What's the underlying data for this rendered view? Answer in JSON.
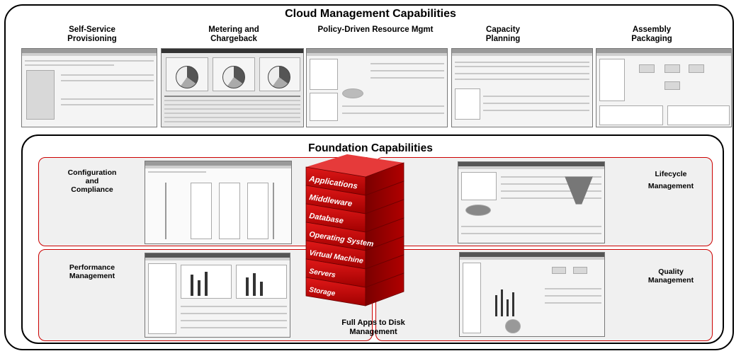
{
  "cloud": {
    "title": "Cloud Management Capabilities",
    "capabilities": [
      {
        "line1": "Self-Service",
        "line2": "Provisioning"
      },
      {
        "line1": "Metering and",
        "line2": "Chargeback"
      },
      {
        "line1": "Policy-Driven Resource Mgmt",
        "line2": ""
      },
      {
        "line1": "Capacity",
        "line2": "Planning"
      },
      {
        "line1": "Assembly",
        "line2": "Packaging"
      }
    ]
  },
  "foundation": {
    "title": "Foundation Capabilities",
    "quadrants": {
      "config": {
        "line1": "Configuration",
        "line2": "and",
        "line3": "Compliance"
      },
      "lifecycle": {
        "line1": "Lifecycle",
        "line2": "Management"
      },
      "performance": {
        "line1": "Performance",
        "line2": "Management"
      },
      "quality": {
        "line1": "Quality",
        "line2": "Management"
      }
    },
    "stack_layers": [
      "Applications",
      "Middleware",
      "Database",
      "Operating System",
      "Virtual Machine",
      "Servers",
      "Storage"
    ],
    "bottom_caption": {
      "line1": "Full Apps to Disk",
      "line2": "Management"
    }
  },
  "colors": {
    "accent_red": "#c00000",
    "border": "#000000"
  }
}
